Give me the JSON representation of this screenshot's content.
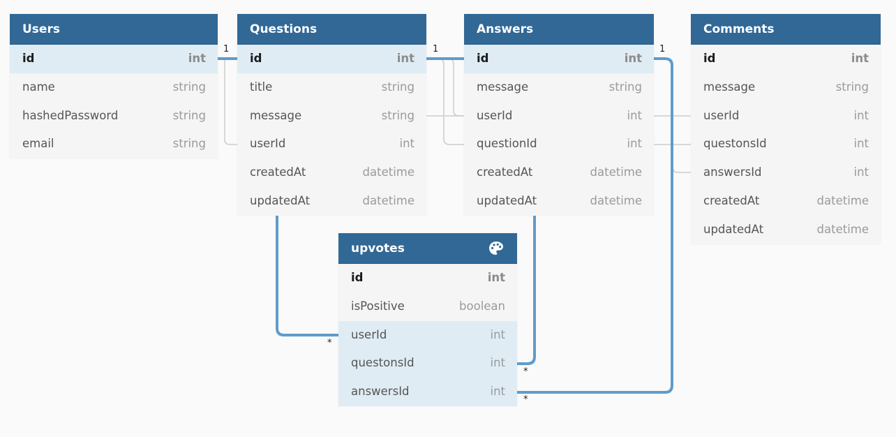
{
  "tables": {
    "users": {
      "title": "Users",
      "fields": [
        {
          "name": "id",
          "type": "int"
        },
        {
          "name": "name",
          "type": "string"
        },
        {
          "name": "hashedPassword",
          "type": "string"
        },
        {
          "name": "email",
          "type": "string"
        }
      ]
    },
    "questions": {
      "title": "Questions",
      "fields": [
        {
          "name": "id",
          "type": "int"
        },
        {
          "name": "title",
          "type": "string"
        },
        {
          "name": "message",
          "type": "string"
        },
        {
          "name": "userId",
          "type": "int"
        },
        {
          "name": "createdAt",
          "type": "datetime"
        },
        {
          "name": "updatedAt",
          "type": "datetime"
        }
      ]
    },
    "answers": {
      "title": "Answers",
      "fields": [
        {
          "name": "id",
          "type": "int"
        },
        {
          "name": "message",
          "type": "string"
        },
        {
          "name": "userId",
          "type": "int"
        },
        {
          "name": "questionId",
          "type": "int"
        },
        {
          "name": "createdAt",
          "type": "datetime"
        },
        {
          "name": "updatedAt",
          "type": "datetime"
        }
      ]
    },
    "comments": {
      "title": "Comments",
      "fields": [
        {
          "name": "id",
          "type": "int"
        },
        {
          "name": "message",
          "type": "string"
        },
        {
          "name": "userId",
          "type": "int"
        },
        {
          "name": "questonsId",
          "type": "int"
        },
        {
          "name": "answersId",
          "type": "int"
        },
        {
          "name": "createdAt",
          "type": "datetime"
        },
        {
          "name": "updatedAt",
          "type": "datetime"
        }
      ]
    },
    "upvotes": {
      "title": "upvotes",
      "icon": "palette-icon",
      "fields": [
        {
          "name": "id",
          "type": "int"
        },
        {
          "name": "isPositive",
          "type": "boolean"
        },
        {
          "name": "userId",
          "type": "int"
        },
        {
          "name": "questonsId",
          "type": "int"
        },
        {
          "name": "answersId",
          "type": "int"
        }
      ]
    }
  },
  "cardinality": {
    "one": "1",
    "many": "*"
  },
  "colors": {
    "header": "#316896",
    "highlight_row": "#dfecf4",
    "relation_line": "#5f9ccb",
    "minor_line": "#cccccc"
  }
}
